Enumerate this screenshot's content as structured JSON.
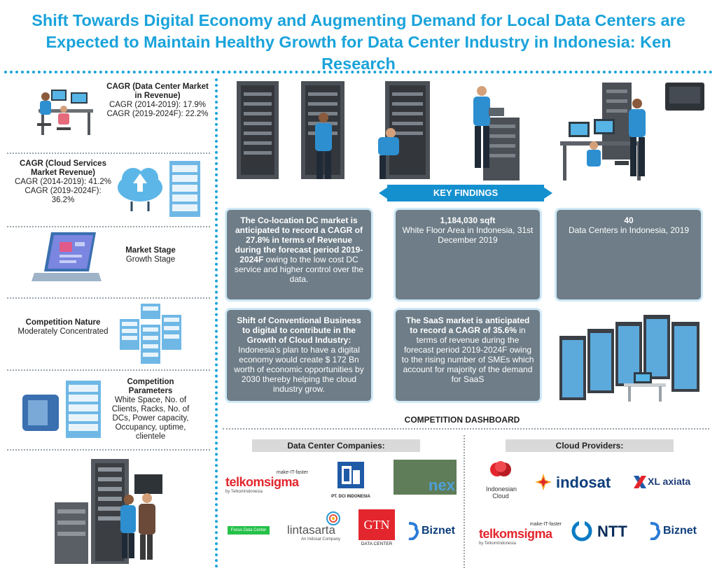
{
  "title": "Shift Towards Digital Economy and Augmenting Demand for Local Data Centers are Expected to Maintain Healthy Growth for Data Center Industry in Indonesia: Ken Research",
  "left": {
    "cagr_dc": {
      "title": "CAGR (Data Center Market in Revenue)",
      "line1": "CAGR (2014-2019): 17.9%",
      "line2": "CAGR (2019-2024F): 22.2%"
    },
    "cagr_cloud": {
      "title": "CAGR (Cloud Services Market Revenue)",
      "line1": "CAGR (2014-2019): 41.2%",
      "line2": "CAGR (2019-2024F): 36.2%"
    },
    "market_stage": {
      "title": "Market Stage",
      "value": "Growth Stage"
    },
    "competition_nature": {
      "title": "Competition Nature",
      "value": "Moderately Concentrated"
    },
    "competition_parameters": {
      "title": "Competition Parameters",
      "value": "White Space, No. of Clients, Racks, No. of DCs, Power capacity, Occupancy, uptime, clientele"
    }
  },
  "key_findings": {
    "label": "KEY FINDINGS",
    "card1": {
      "bold": "The Co-location DC market is anticipated to record a CAGR of 27.8% in terms of Revenue during the forecast period 2019-2024F",
      "rest": " owing to the low cost DC service and higher control over the data."
    },
    "card2": {
      "bold": "1,184,030 sqft",
      "rest": "White Floor Area in  Indonesia, 31st December 2019"
    },
    "card3": {
      "bold": "40",
      "rest": "Data Centers in Indonesia, 2019"
    },
    "card4": {
      "bold": "Shift of Conventional Business to digital to contribute in the Growth of Cloud Industry:",
      "rest": " Indonesia's plan to have a digital economy would create $ 172 Bn worth of economic opportunities by 2030 thereby helping the cloud industry grow."
    },
    "card5": {
      "bold": "The SaaS market is anticipated to record a CAGR of 35.6%",
      "rest": " in terms of revenue during the forecast period 2019-2024F owing to the rising number of SMEs which account for majority of the demand for SaaS"
    }
  },
  "dashboard": {
    "title": "COMPETITION DASHBOARD",
    "dc_label": "Data Center Companies:",
    "cloud_label": "Cloud Providers:",
    "dc_logos": {
      "telkomsigma": "telkomsigma",
      "telkomsigma_tag": "make-IT-faster",
      "telkomsigma_sub": "by TelkomIndonesia",
      "dci": "PT. DCI INDONESIA",
      "nex": "nex",
      "focus": "Focus Data Center",
      "lintasarta": "lintasarta",
      "lintasarta_sub": "An Indosat Company",
      "gtn": "GTN",
      "gtn_sub": "DATA CENTER",
      "biznet": "Biznet"
    },
    "cloud_logos": {
      "indonesian_cloud": "Indonesian Cloud",
      "indosat": "indosat",
      "xl": "XL axiata",
      "telkomsigma": "telkomsigma",
      "telkomsigma_tag": "make-IT-faster",
      "telkomsigma_sub": "by TelkomIndonesia",
      "ntt": "NTT",
      "biznet": "Biznet"
    }
  }
}
